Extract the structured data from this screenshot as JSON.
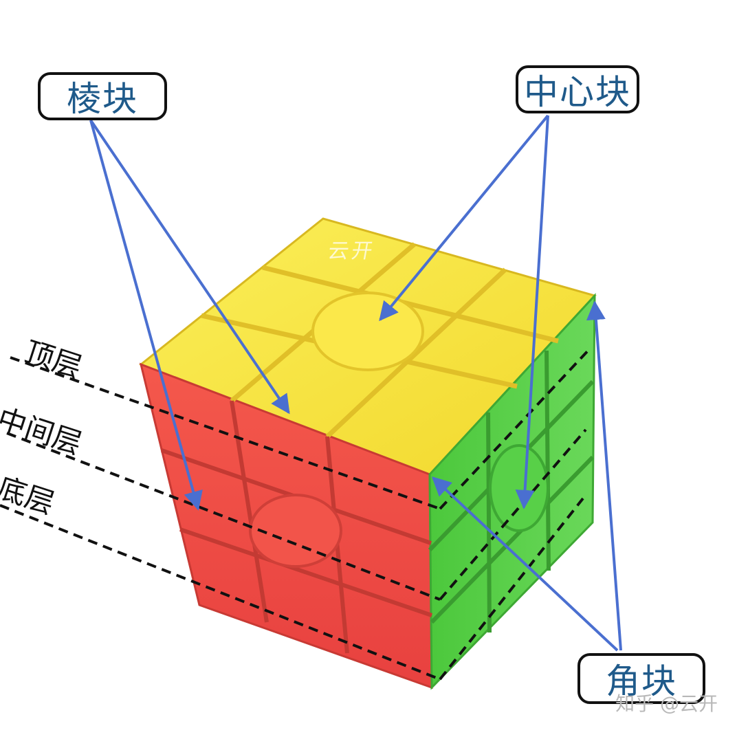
{
  "labels": {
    "edge": "棱块",
    "center": "中心块",
    "corner": "角块"
  },
  "layers": {
    "top": "顶层",
    "middle": "中间层",
    "bottom": "底层"
  },
  "cube_mark": "云开",
  "watermark": "知乎 @云开",
  "colors": {
    "top_face": "#f7e43a",
    "front_face": "#f0504a",
    "right_face": "#5dd24a",
    "arrow": "#4a6fd0",
    "label_text": "#1f5a8a"
  }
}
